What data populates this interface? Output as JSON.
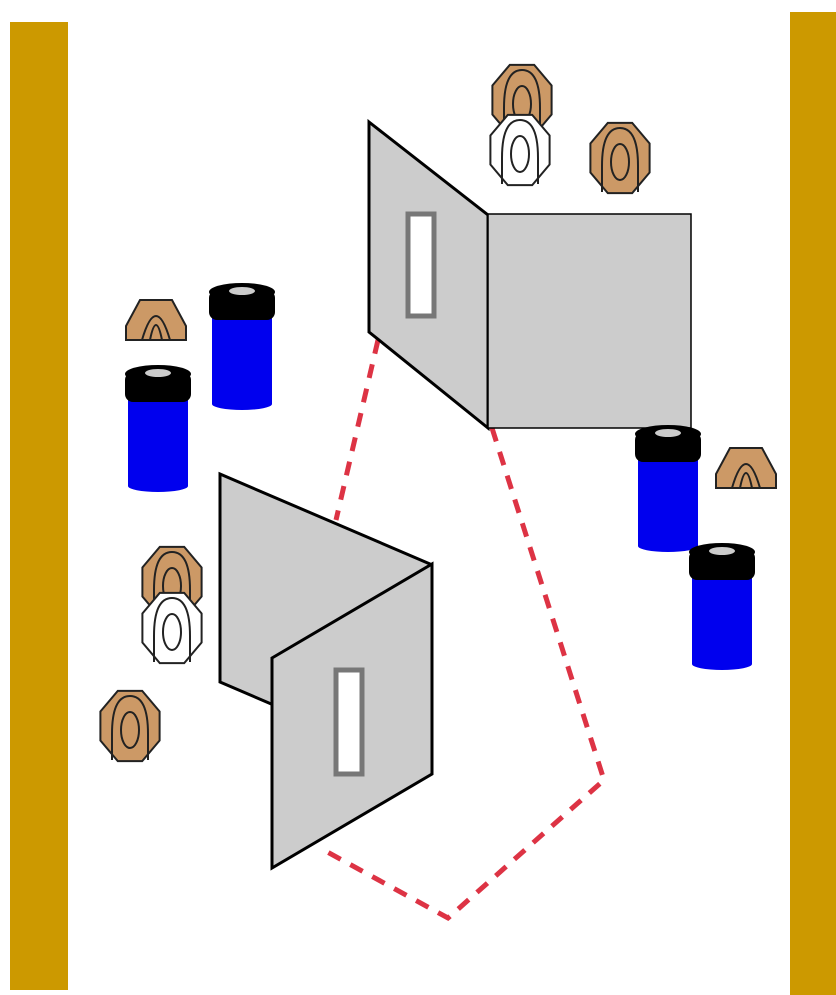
{
  "colors": {
    "background": "#ffffff",
    "side_berm": "#cc9900",
    "wall": "#cccccc",
    "wall_edge": "#000000",
    "port_frame": "#777777",
    "port_opening": "#ffffff",
    "target_no_shoot": "#ffffff",
    "target_shoot": "#cc9966",
    "barrel_body": "#0000ee",
    "barrel_rim": "#000000",
    "barrel_lid": "#cccccc",
    "path_dashes": "#dd3344"
  },
  "elements": {
    "side_berms": [
      "side-berm-left",
      "side-berm-right"
    ],
    "walls": [
      "wall-upper-left-panel",
      "wall-upper-right-panel",
      "wall-lower-back-panel",
      "wall-lower-front-panel"
    ],
    "ports": [
      "port-upper",
      "port-lower"
    ],
    "shoot_targets": [
      "target-top-back",
      "target-top-right",
      "target-left-partial",
      "target-right-partial",
      "target-lower-left-back",
      "target-lower-left-front"
    ],
    "no_shoot_targets": [
      "no-shoot-top",
      "no-shoot-lower-left"
    ],
    "barrels": [
      "barrel-left-upper",
      "barrel-left-lower",
      "barrel-right-upper",
      "barrel-right-lower"
    ],
    "path": "shooter-path-dashed"
  },
  "icons": {
    "shoot_target": "octagon-target-icon",
    "no_shoot_target": "no-shoot-target-icon",
    "barrel": "barrel-icon"
  }
}
